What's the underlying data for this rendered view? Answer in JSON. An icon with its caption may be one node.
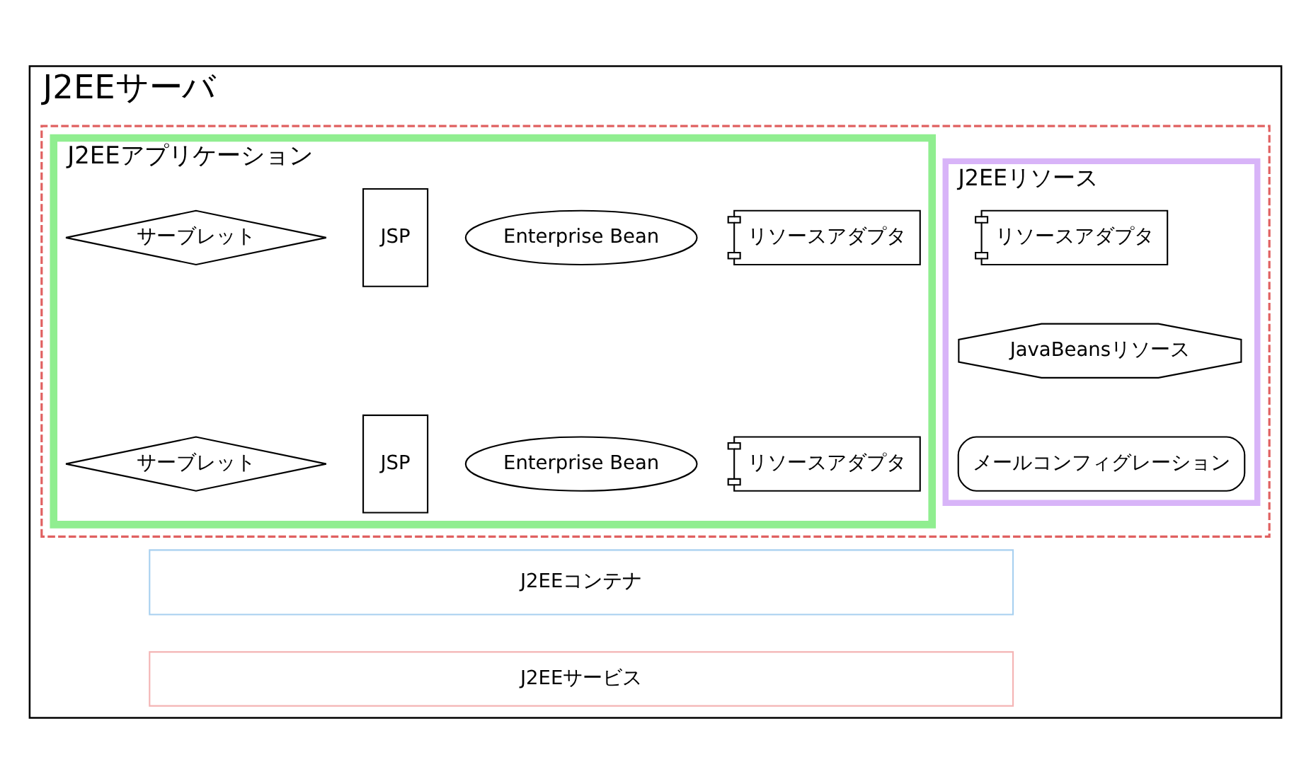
{
  "diagram": {
    "nodes": [
      {
        "text": [
          "J2EEサーバ"
        ]
      },
      {
        "text": [],
        "shape": "box",
        "in": 0
      },
      {
        "text": [
          "J2EEアプリケーション"
        ],
        "in": 1
      },
      {
        "text": [
          "サーブレット"
        ],
        "in": 2
      },
      {
        "text": [
          "JSP"
        ],
        "in": 2
      },
      {
        "text": [
          "Enterprise Bean"
        ],
        "in": 2
      },
      {
        "text": [
          "リソースアダプタ"
        ],
        "in": 2
      },
      {
        "text": [
          "サーブレット"
        ],
        "in": 2
      },
      {
        "text": [
          "JSP"
        ],
        "in": 2
      },
      {
        "text": [
          "Enterprise Bean"
        ],
        "in": 2
      },
      {
        "text": [
          "リソースアダプタ"
        ],
        "in": 2
      },
      {
        "text": [
          "J2EEリソース"
        ],
        "in": 1
      },
      {
        "text": [
          "リソースアダプタ"
        ],
        "in": 11
      },
      {
        "text": [
          "JavaBeansリソース"
        ],
        "in": 11
      },
      {
        "text": [
          "メールコンフィグレーション"
        ],
        "in": 11
      },
      {
        "text": [
          "J2EEコンテナ"
        ],
        "in": 0
      },
      {
        "text": [
          "J2EEサービス"
        ],
        "in": 0
      }
    ]
  }
}
